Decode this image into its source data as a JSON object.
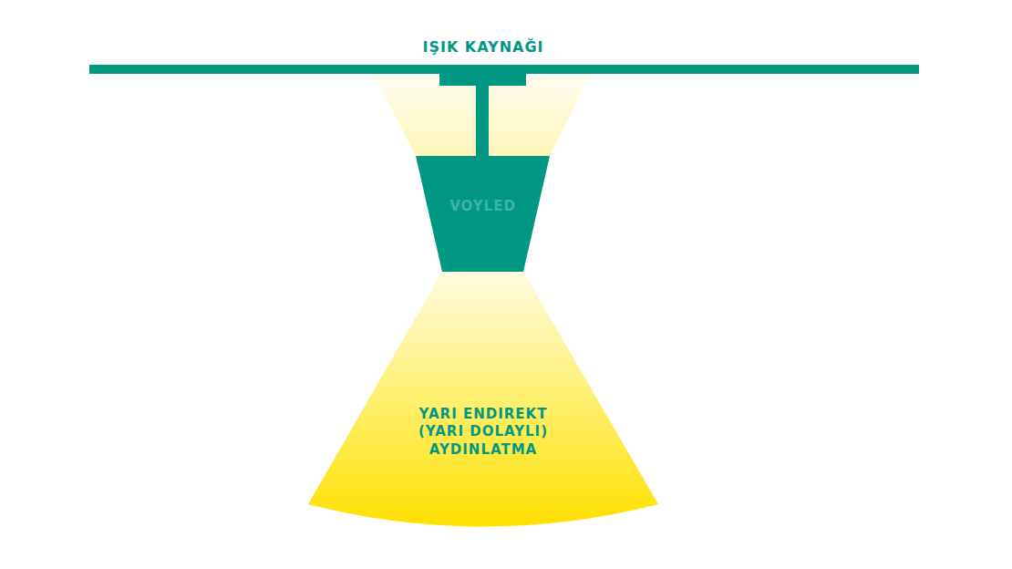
{
  "diagram": {
    "nodes": [
      {
        "text": [
          "VOYLED"
        ]
      },
      {
        "text": [
          "YARI ENDIREKT (YARI DOLAYLI) AYDINLATMA"
        ]
      }
    ],
    "labels": [
      "IŞIK KAYNAĞI"
    ]
  }
}
